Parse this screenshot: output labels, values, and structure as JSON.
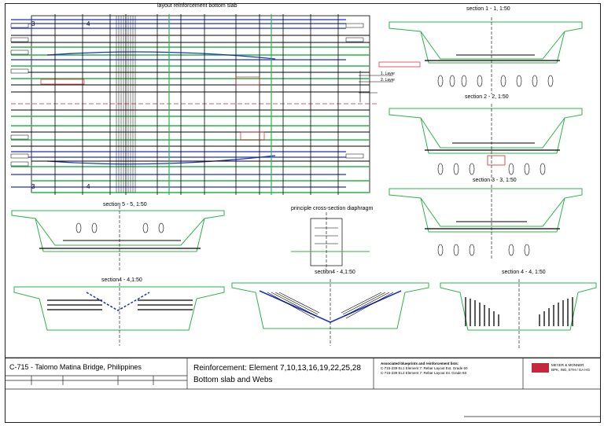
{
  "views": {
    "layout_title": "layout reinforcement bottom slab",
    "section_1": "section 1 - 1, 1:50",
    "section_2": "section 2 - 2, 1:50",
    "section_3": "section 3 - 3, 1:50",
    "section_5": "section 5 - 5, 1:50",
    "diaphragm": "principle cross-section diaphragm",
    "section_4a": "section4 - 4,1:50",
    "section_4b": "section4 - 4,1:50",
    "section_4c": "section 4 - 4, 1:50"
  },
  "layers": {
    "layer_1": "1. Layer",
    "layer_2": "2. Layer"
  },
  "title_block": {
    "project": "C-715 - Talomo Matina Bridge, Philippines",
    "heading_line1": "Reinforcement: Element 7,10,13,16,19,22,25,28",
    "heading_line2": "Bottom slab and Webs",
    "assoc_title": "Associated blueprints and reinforcement lists:",
    "assoc_line1": "C-715-239 EL1      Element 7: Rebar Layout Ext. Grade 60",
    "assoc_line2": "C-715-239 EL2      Element 7: Rebar Layout Int. Grade 60",
    "company": "MEYER & MONNER",
    "company_sub": "BPK, ING, ETH / GA HG"
  },
  "colors": {
    "green": "#2bb34a",
    "blue": "#1e2fc8",
    "red": "#d9202e",
    "black": "#000000",
    "logo": "#c5283d"
  }
}
